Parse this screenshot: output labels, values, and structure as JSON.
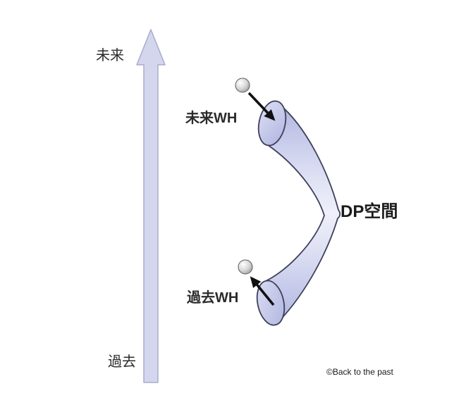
{
  "diagram": {
    "description": "Wormhole time-travel concept diagram: a time axis arrow (past to future) and a curved wormhole tube connecting a future mouth and a past mouth through DP space",
    "labels": {
      "future": "未来",
      "past": "過去",
      "future_wh": "未来WH",
      "past_wh": "過去WH",
      "dp_space": "DP空間",
      "credit": "©Back to the past"
    },
    "colors": {
      "background": "#ffffff",
      "time_arrow_fill": "#d4d6ed",
      "time_arrow_border": "#a8abce",
      "tube_fill_dark": "#aeb3e0",
      "tube_fill_light": "#edeffa",
      "tube_outline": "#3f3f5a",
      "mouth_fill_light": "#dcdff3",
      "mouth_fill_dark": "#b0b5e1",
      "sphere_highlight": "#ffffff",
      "sphere_shadow": "#8f8f8f",
      "motion_arrow": "#111111",
      "text": "#2b2b2b"
    }
  }
}
